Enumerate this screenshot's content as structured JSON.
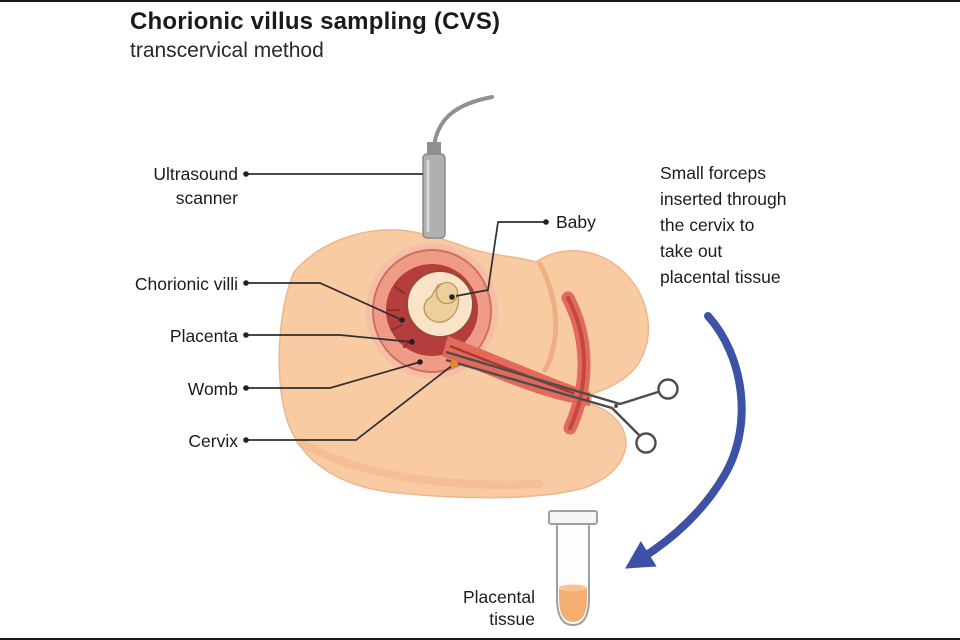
{
  "title": "Chorionic villus sampling (CVS)",
  "subtitle": "transcervical method",
  "labels": {
    "ultrasound_scanner": "Ultrasound\nscanner",
    "chorionic_villi": "Chorionic villi",
    "placenta": "Placenta",
    "womb": "Womb",
    "cervix": "Cervix",
    "baby": "Baby",
    "placental_tissue": "Placental\ntissue"
  },
  "annotation": {
    "forceps_note": "Small forceps\ninserted through\nthe cervix to\ntake out\nplacental tissue"
  },
  "colors": {
    "skin": "#f8cba3",
    "skin_shade": "#edaa7c",
    "womb_wall": "#ef9b87",
    "placenta_red": "#b63d3d",
    "amniotic_fluid": "#f9e4ca",
    "fetus_skin": "#eccf9d",
    "canal_pink": "#e2695c",
    "scanner_gray": "#b0b0b0",
    "arrow_blue": "#3d51a5",
    "tissue_orange": "#f3ae70",
    "leader_line": "#2f2f2f"
  }
}
